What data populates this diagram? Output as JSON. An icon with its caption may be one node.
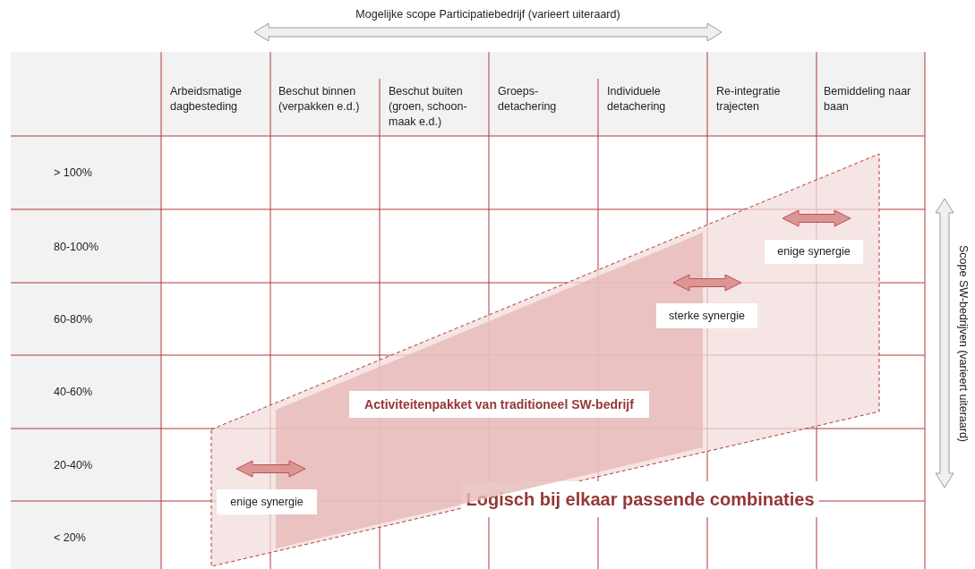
{
  "diagram": {
    "nodes": [
      {
        "text": [
          "Logisch bij elkaar passende combinaties"
        ]
      },
      {
        "text": [
          "Activiteitenpakket van traditioneel SW-bedrijf"
        ],
        "in": 0
      }
    ],
    "labels": [
      "Mogelijke scope Participatiebedrijf (varieert uiteraard)",
      "Arbeidsmatige dagbesteding",
      "Beschut binnen (verpakken e.d.)",
      "Beschut buiten (groen, schoon-maak e.d.)",
      "Groeps-detachering",
      "Individuele detachering",
      "Re-integratie trajecten",
      "Bemiddeling naar baan",
      "> 100%",
      "80-100%",
      "enige synergie",
      "60-80%",
      "sterke synergie",
      "40-60%",
      "20-40%",
      "enige synergie",
      "< 20%",
      "Scope SW-bedrijven (varieert uiteraard)"
    ]
  }
}
